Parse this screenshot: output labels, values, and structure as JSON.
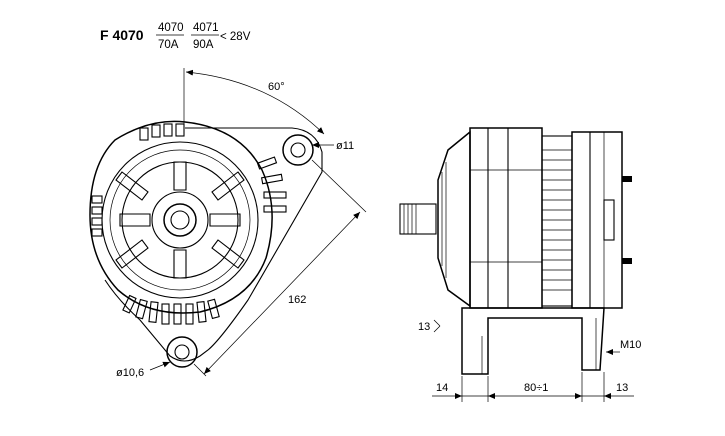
{
  "header": {
    "model": "F 4070",
    "variants": [
      {
        "code": "4070",
        "current": "70A"
      },
      {
        "code": "4071",
        "current": "90A"
      }
    ],
    "voltage": "< 28V"
  },
  "front_view": {
    "angle_label": "60°",
    "top_hole_label": "ø11",
    "bottom_hole_label": "ø10,6",
    "span_label": "162"
  },
  "side_view": {
    "gap_label": "13",
    "bolt_label": "M10",
    "dims": {
      "left": "14",
      "middle": "80÷1",
      "right": "13"
    }
  }
}
